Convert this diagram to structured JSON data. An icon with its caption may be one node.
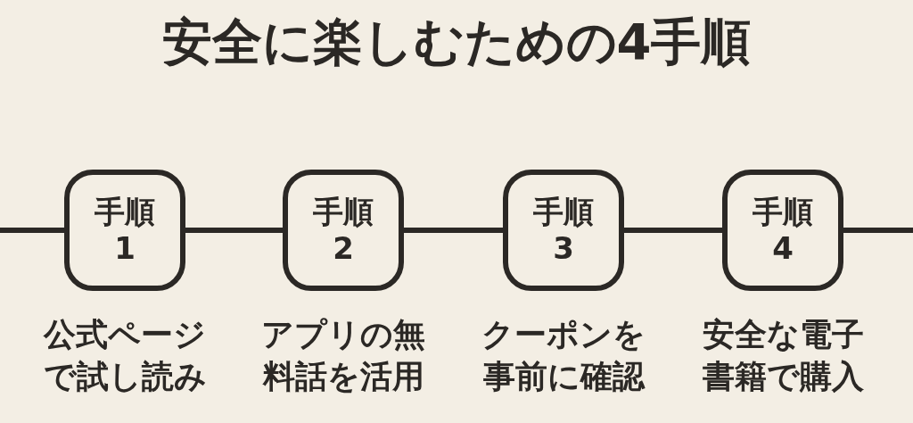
{
  "diagram": {
    "title": "安全に楽しむための4手順",
    "nodes": [
      {
        "text": [
          "手順",
          "1"
        ],
        "beside": [
          "公式ページで試し読み"
        ]
      },
      {
        "text": [
          "手順",
          "2"
        ],
        "beside": [
          "アプリの無料話を活用"
        ]
      },
      {
        "text": [
          "手順",
          "3"
        ],
        "beside": [
          "クーポンを事前に確認"
        ]
      },
      {
        "text": [
          "手順",
          "4"
        ],
        "beside": [
          "安全な電子書籍で購入"
        ]
      }
    ],
    "edges": [
      {
        "from": null,
        "to": 0,
        "arrow": "none"
      },
      {
        "from": 0,
        "to": 1,
        "arrow": "none"
      },
      {
        "from": 1,
        "to": 2,
        "arrow": "none"
      },
      {
        "from": 2,
        "to": 3,
        "arrow": "none"
      },
      {
        "from": 3,
        "to": null,
        "arrow": "none"
      }
    ]
  }
}
